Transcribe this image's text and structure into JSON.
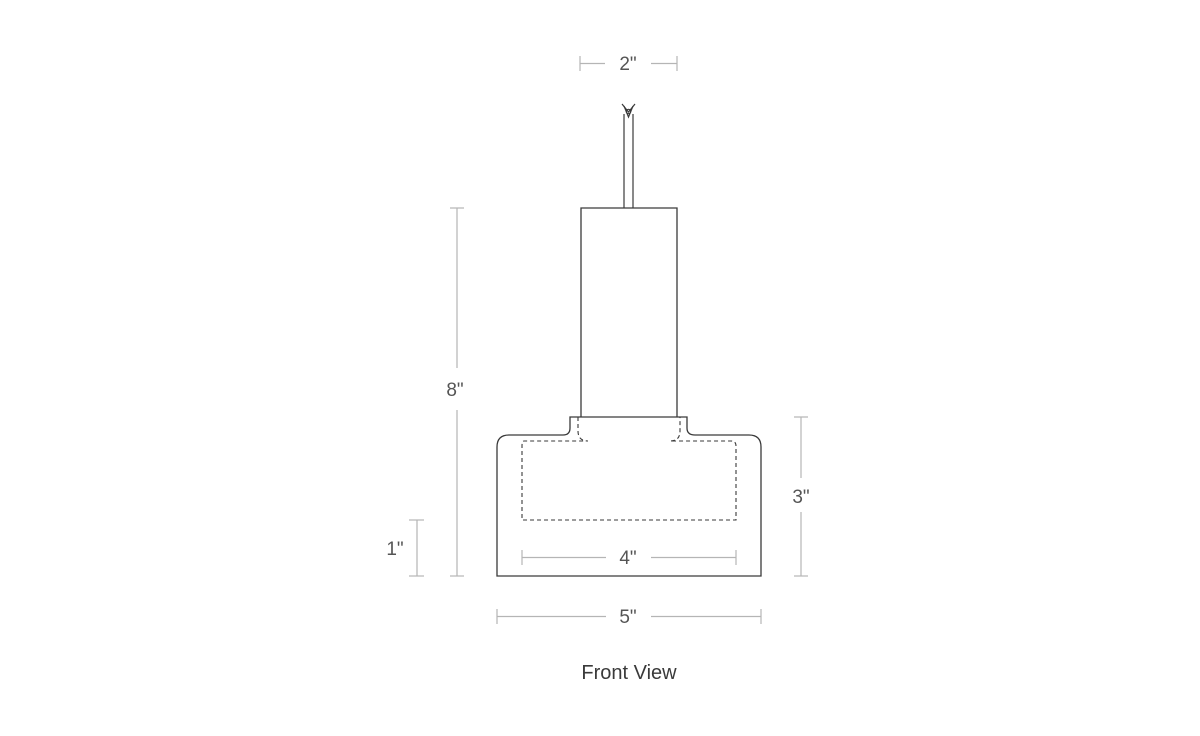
{
  "dimensions": {
    "top_width": "2\"",
    "overall_height": "8\"",
    "foot_height": "1\"",
    "shade_height": "3\"",
    "inner_width": "4\"",
    "overall_width": "5\""
  },
  "caption": "Front View",
  "colors": {
    "outline": "#3a3a3a",
    "dimension_line": "#b5b5b5",
    "dimension_text": "#555555"
  }
}
